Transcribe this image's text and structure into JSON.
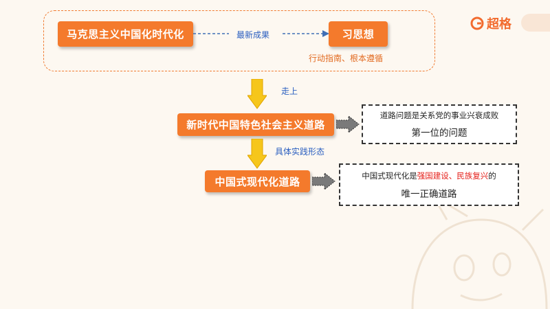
{
  "brand": {
    "name": "超格",
    "logo": "g-logo-icon",
    "color": "#f26b2e"
  },
  "nodes": {
    "marxism": "马克思主义中国化时代化",
    "xi_thought": "习思想",
    "socialism_road": "新时代中国特色社会主义道路",
    "modernization_road": "中国式现代化道路"
  },
  "edges": {
    "latest_result": "最新成果",
    "go_up": "走上",
    "concrete_form": "具体实践形态"
  },
  "notes": {
    "xi_role": "行动指南、根本遵循",
    "road_line1": "道路问题是关系党的事业兴衰成败",
    "road_line2": "第一位的问题",
    "modern_prefix": "中国式现代化是",
    "modern_highlight": "强国建设、民族复兴",
    "modern_suffix": "的",
    "modern_line2": "唯一正确道路"
  },
  "colors": {
    "accent": "#f47a2c",
    "edge_blue": "#2b5fc0",
    "highlight": "#e5211b",
    "arrow_yellow": "#f6c61b"
  }
}
